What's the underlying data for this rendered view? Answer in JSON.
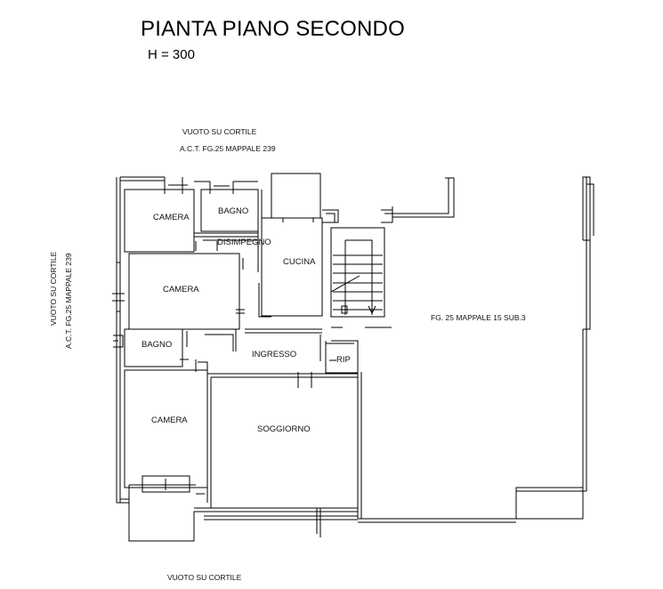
{
  "header": {
    "title": "PIANTA PIANO SECONDO",
    "height_note": "H = 300"
  },
  "surroundings": {
    "top_line1": "VUOTO SU CORTILE",
    "top_line2": "A.C.T. FG.25 MAPPALE 239",
    "left_line1": "VUOTO SU CORTILE",
    "left_line2": "A.C.T. FG.25 MAPPALE 239",
    "bottom_line1": "VUOTO SU CORTILE",
    "right_parcel": "FG. 25 MAPPALE 15 SUB.3"
  },
  "rooms": {
    "camera_top": "CAMERA",
    "bagno_top": "BAGNO",
    "disimpegno": "DISIMPEGNO",
    "cucina": "CUCINA",
    "camera_middle": "CAMERA",
    "bagno_middle": "BAGNO",
    "ingresso": "INGRESSO",
    "rip": "RIP",
    "camera_bottom": "CAMERA",
    "soggiorno": "SOGGIORNO"
  }
}
